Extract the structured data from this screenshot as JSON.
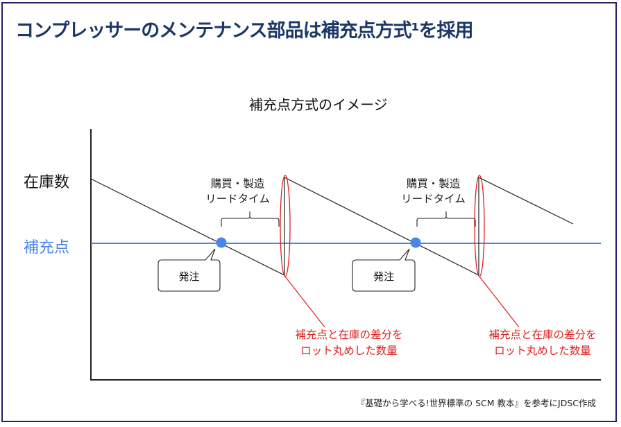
{
  "title": "コンプレッサーのメンテナンス部品は補充点方式¹を採用",
  "diagram": {
    "heading": "補充点方式のイメージ",
    "y_label_inventory": "在庫数",
    "y_label_reorder": "補充点",
    "lead_time_label_line1": "購買・製造",
    "lead_time_label_line2": "リードタイム",
    "order_callout": "発注",
    "difference_label_line1": "補充点と在庫の差分を",
    "difference_label_line2": "ロット丸めした数量",
    "colors": {
      "reorder_line": "#4a86e8",
      "highlight": "#e02020",
      "title": "#1c3766"
    }
  },
  "footer": "『基礎から学べる!世界標準の SCM 教本』を参考にJDSC作成"
}
